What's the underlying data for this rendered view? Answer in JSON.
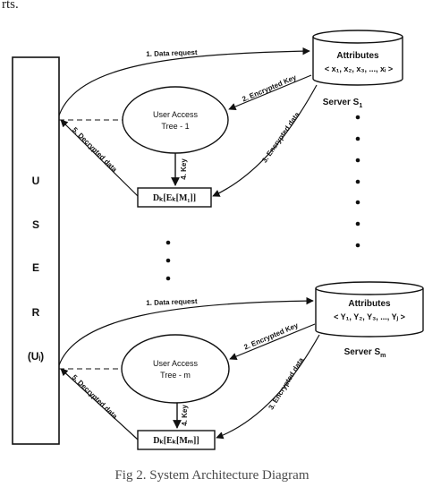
{
  "top_snippet": "rts.",
  "caption": "Fig 2. System Architecture Diagram",
  "user_letters": [
    "U",
    "S",
    "E",
    "R"
  ],
  "user_id": "(Uᵢ)",
  "servers": [
    {
      "db_title": "Attributes",
      "db_values": "< x₁, x₂, x₃, ..., xᵢ >",
      "label_main": "Server S",
      "label_sub": "1",
      "tree_label_1": "User Access",
      "tree_label_2": "Tree - 1",
      "result_box": "Dₖ[Eₖ[M₁]]",
      "arrow_request": "1. Data request",
      "arrow_encrypted_key": "2. Encrypted Key",
      "arrow_encrypted_data": "3. Encrypted data",
      "arrow_key": "4. Key",
      "arrow_decrypted": "5. Decrypted data"
    },
    {
      "db_title": "Attributes",
      "db_values": "< Y₁, Y₂, Y₃, ..., Yⱼ >",
      "label_main": "Server S",
      "label_sub": "m",
      "tree_label_1": "User Access",
      "tree_label_2": "Tree - m",
      "result_box": "Dₖ[Eₖ[Mₘ]]",
      "arrow_request": "1. Data request",
      "arrow_encrypted_key": "2. Encrypted Key",
      "arrow_encrypted_data": "3. Encrypted data",
      "arrow_key": "4. Key",
      "arrow_decrypted": "5. Decrypted data"
    }
  ],
  "colors": {
    "stroke": "#111111",
    "caption": "#4a4a4a"
  }
}
